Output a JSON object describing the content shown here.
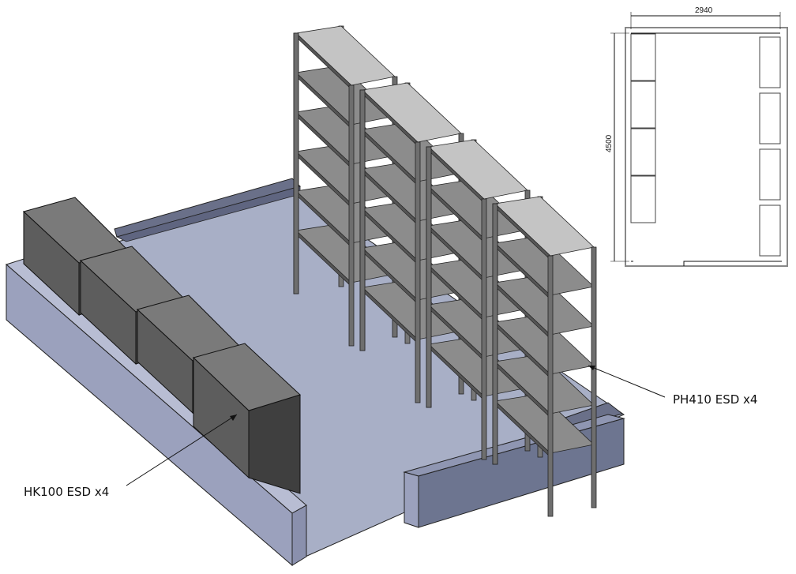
{
  "labels": {
    "cabinets": "HK100 ESD x4",
    "shelving": "PH410 ESD x4"
  },
  "plan": {
    "width_dim": "2940",
    "depth_dim": "4500"
  },
  "counts": {
    "cabinets": 4,
    "shelving_units": 4,
    "shelves_per_unit": 6
  }
}
